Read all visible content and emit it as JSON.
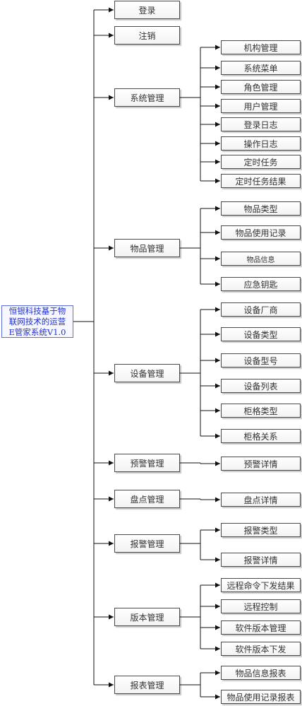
{
  "root": {
    "lines": [
      "恒银科技基于物",
      "联网技术的运营",
      "E管家系统V1.0"
    ]
  },
  "level1": [
    {
      "label": "登录",
      "children": []
    },
    {
      "label": "注销",
      "children": []
    },
    {
      "label": "系统管理",
      "children": [
        "机构管理",
        "系统菜单",
        "角色管理",
        "用户管理",
        "登录日志",
        "操作日志",
        "定时任务",
        "定时任务结果"
      ]
    },
    {
      "label": "物品管理",
      "children": [
        "物品类型",
        "物品使用记录",
        "物品信息",
        "应急钥匙"
      ]
    },
    {
      "label": "设备管理",
      "children": [
        "设备厂商",
        "设备类型",
        "设备型号",
        "设备列表",
        "柜格类型",
        "柜格关系"
      ]
    },
    {
      "label": "预警管理",
      "children": [
        "预警详情"
      ]
    },
    {
      "label": "盘点管理",
      "children": [
        "盘点详情"
      ]
    },
    {
      "label": "报警管理",
      "children": [
        "报警类型",
        "报警详情"
      ]
    },
    {
      "label": "版本管理",
      "children": [
        "远程命令下发结果",
        "远程控制",
        "软件版本管理",
        "软件版本下发"
      ]
    },
    {
      "label": "报表管理",
      "children": [
        "物品信息报表",
        "物品使用记录报表"
      ]
    }
  ]
}
